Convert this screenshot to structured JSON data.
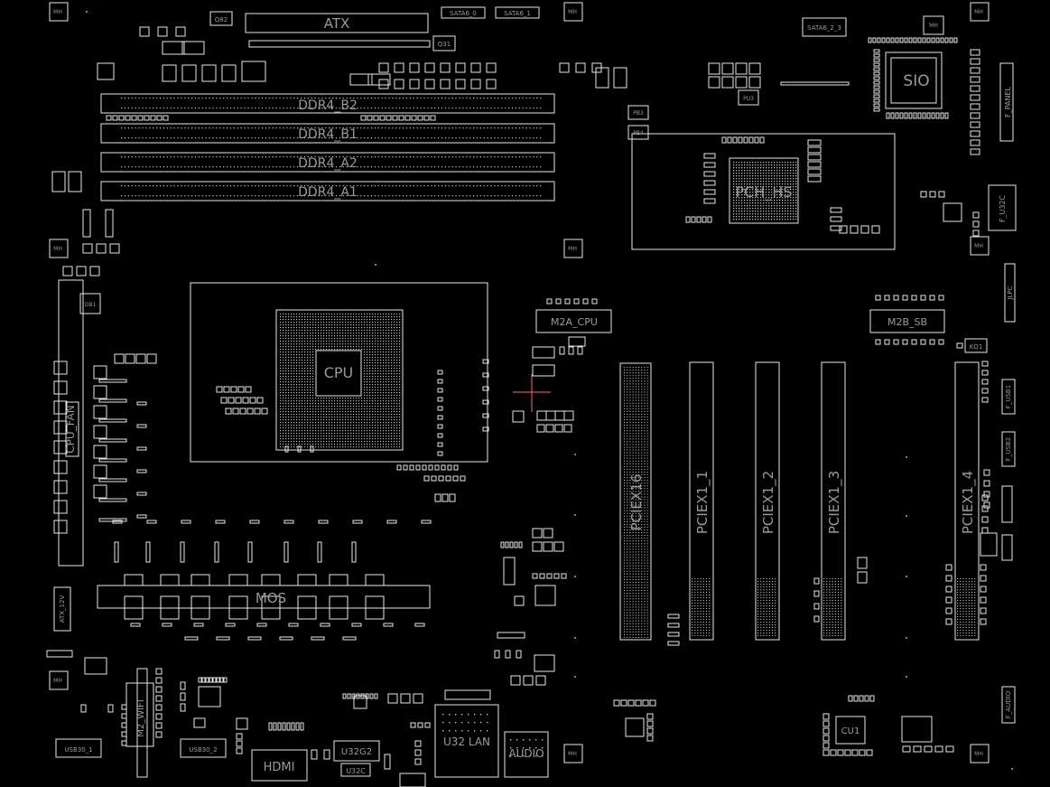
{
  "colors": {
    "background": "#000000",
    "outline": "#e6e6e6",
    "label": "#9a9a9a",
    "marker": "#2fae6a",
    "cursor": "#ff6b6b"
  },
  "labels": {
    "atx": "ATX",
    "sata6_0": "SATA6_0",
    "sata6_1": "SATA6_1",
    "sata6_23": "SATA6_2_3",
    "q82": "Q82",
    "q31": "Q31",
    "ddr4_b2": "DDR4_B2",
    "ddr4_b1": "DDR4_B1",
    "ddr4_a2": "DDR4_A2",
    "ddr4_a1": "DDR4_A1",
    "sio": "SIO",
    "f_panel": "F_PANEL",
    "pch_hs": "PCH_HS",
    "pu3": "PU3",
    "pb3": "PB3",
    "pb4": "PB4",
    "f_u32c": "F_U32C",
    "db1": "DB1",
    "cpu": "CPU",
    "m2a_cpu": "M2A_CPU",
    "m2b_sb": "M2B_SB",
    "kq1": "KQ1",
    "jlpc": "JLPC",
    "pciex16": "PCIEX16",
    "pciex1_1": "PCIEX1_1",
    "pciex1_2": "PCIEX1_2",
    "pciex1_3": "PCIEX1_3",
    "pciex1_4": "PCIEX1_4",
    "f_usb1": "F_USB1",
    "f_usb2": "F_USB2",
    "cpu_fan": "CPU_FAN",
    "mos": "MOS",
    "atx_12v": "ATX_12V",
    "m2_wifi": "M2_WIFI",
    "usb30_1": "USB30_1",
    "usb30_2": "USB30_2",
    "hdmi": "HDMI",
    "u32g2": "U32G2",
    "u32c": "U32C",
    "u32_lan": "U32 LAN",
    "audio": "AUDIO",
    "cu1": "CU1",
    "f_audio": "F_AUDIO",
    "mh": "MH"
  }
}
